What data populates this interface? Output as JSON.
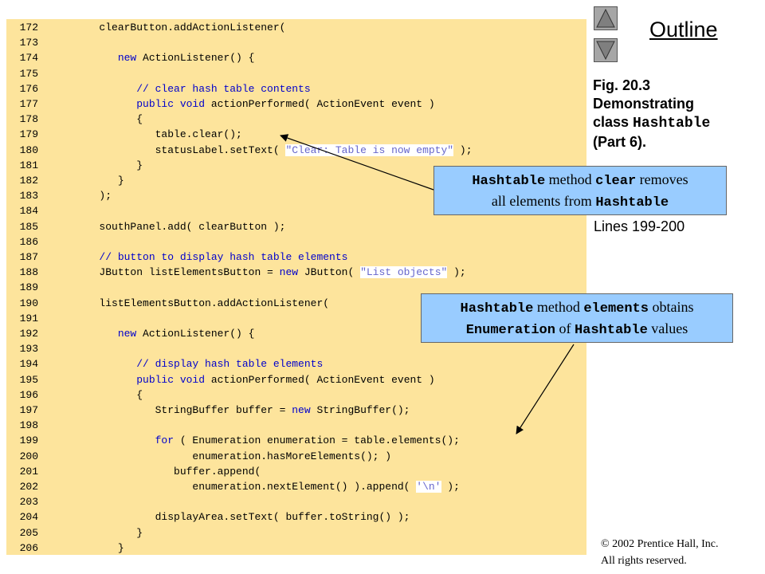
{
  "code_listing": [
    {
      "ln": "172",
      "segs": [
        {
          "t": "        clearButton.addActionListener(",
          "c": "plain"
        }
      ]
    },
    {
      "ln": "173",
      "segs": []
    },
    {
      "ln": "174",
      "segs": [
        {
          "t": "           ",
          "c": "plain"
        },
        {
          "t": "new",
          "c": "kw"
        },
        {
          "t": " ActionListener() {",
          "c": "plain"
        }
      ]
    },
    {
      "ln": "175",
      "segs": []
    },
    {
      "ln": "176",
      "segs": [
        {
          "t": "              // clear hash table contents",
          "c": "cm"
        }
      ]
    },
    {
      "ln": "177",
      "segs": [
        {
          "t": "              ",
          "c": "plain"
        },
        {
          "t": "public void",
          "c": "kw"
        },
        {
          "t": " actionPerformed( ActionEvent event )",
          "c": "plain"
        }
      ]
    },
    {
      "ln": "178",
      "segs": [
        {
          "t": "              {",
          "c": "plain"
        }
      ]
    },
    {
      "ln": "179",
      "segs": [
        {
          "t": "                 table.clear();",
          "c": "plain"
        }
      ]
    },
    {
      "ln": "180",
      "segs": [
        {
          "t": "                 statusLabel.setText( ",
          "c": "plain"
        },
        {
          "t": "\"Clear: Table is now empty\"",
          "c": "str"
        },
        {
          "t": " );",
          "c": "plain"
        }
      ]
    },
    {
      "ln": "181",
      "segs": [
        {
          "t": "              }",
          "c": "plain"
        }
      ]
    },
    {
      "ln": "182",
      "segs": [
        {
          "t": "           }",
          "c": "plain"
        }
      ]
    },
    {
      "ln": "183",
      "segs": [
        {
          "t": "        );",
          "c": "plain"
        }
      ]
    },
    {
      "ln": "184",
      "segs": []
    },
    {
      "ln": "185",
      "segs": [
        {
          "t": "        southPanel.add( clearButton );",
          "c": "plain"
        }
      ]
    },
    {
      "ln": "186",
      "segs": []
    },
    {
      "ln": "187",
      "segs": [
        {
          "t": "        // button to display hash table elements",
          "c": "cm"
        }
      ]
    },
    {
      "ln": "188",
      "segs": [
        {
          "t": "        JButton listElementsButton = ",
          "c": "plain"
        },
        {
          "t": "new",
          "c": "kw"
        },
        {
          "t": " JButton( ",
          "c": "plain"
        },
        {
          "t": "\"List objects\"",
          "c": "str"
        },
        {
          "t": " );",
          "c": "plain"
        }
      ]
    },
    {
      "ln": "189",
      "segs": []
    },
    {
      "ln": "190",
      "segs": [
        {
          "t": "        listElementsButton.addActionListener(",
          "c": "plain"
        }
      ]
    },
    {
      "ln": "191",
      "segs": []
    },
    {
      "ln": "192",
      "segs": [
        {
          "t": "           ",
          "c": "plain"
        },
        {
          "t": "new",
          "c": "kw"
        },
        {
          "t": " ActionListener() {",
          "c": "plain"
        }
      ]
    },
    {
      "ln": "193",
      "segs": []
    },
    {
      "ln": "194",
      "segs": [
        {
          "t": "              // display hash table elements",
          "c": "cm"
        }
      ]
    },
    {
      "ln": "195",
      "segs": [
        {
          "t": "              ",
          "c": "plain"
        },
        {
          "t": "public void",
          "c": "kw"
        },
        {
          "t": " actionPerformed( ActionEvent event )",
          "c": "plain"
        }
      ]
    },
    {
      "ln": "196",
      "segs": [
        {
          "t": "              {",
          "c": "plain"
        }
      ]
    },
    {
      "ln": "197",
      "segs": [
        {
          "t": "                 StringBuffer buffer = ",
          "c": "plain"
        },
        {
          "t": "new",
          "c": "kw"
        },
        {
          "t": " StringBuffer();",
          "c": "plain"
        }
      ]
    },
    {
      "ln": "198",
      "segs": []
    },
    {
      "ln": "199",
      "segs": [
        {
          "t": "                 ",
          "c": "plain"
        },
        {
          "t": "for",
          "c": "kw"
        },
        {
          "t": " ( Enumeration enumeration = table.elements();",
          "c": "plain"
        }
      ]
    },
    {
      "ln": "200",
      "segs": [
        {
          "t": "                       enumeration.hasMoreElements(); )",
          "c": "plain"
        }
      ]
    },
    {
      "ln": "201",
      "segs": [
        {
          "t": "                    buffer.append(",
          "c": "plain"
        }
      ]
    },
    {
      "ln": "202",
      "segs": [
        {
          "t": "                       enumeration.nextElement() ).append( ",
          "c": "plain"
        },
        {
          "t": "'\\n'",
          "c": "str"
        },
        {
          "t": " );",
          "c": "plain"
        }
      ]
    },
    {
      "ln": "203",
      "segs": []
    },
    {
      "ln": "204",
      "segs": [
        {
          "t": "                 displayArea.setText( buffer.toString() );",
          "c": "plain"
        }
      ]
    },
    {
      "ln": "205",
      "segs": [
        {
          "t": "              }",
          "c": "plain"
        }
      ]
    },
    {
      "ln": "206",
      "segs": [
        {
          "t": "           }",
          "c": "plain"
        }
      ]
    }
  ],
  "sidebar": {
    "outline_label": "Outline",
    "nav_up_icon": "triangle-up-icon",
    "nav_down_icon": "triangle-down-icon",
    "fig_number": "Fig. 20.3",
    "fig_word": "Demonstrating",
    "fig_class_prefix": "class ",
    "fig_class_name": "Hashtable",
    "fig_part": "(Part 6).",
    "lines_ref": "Lines 199-200"
  },
  "callouts": {
    "clear": {
      "line1_mono1": "Hashtable",
      "line1_text1": " method ",
      "line1_mono2": "clear",
      "line1_text2": " removes",
      "line2_text": "all elements from ",
      "line2_mono": "Hashtable"
    },
    "elements": {
      "line1_mono1": "Hashtable",
      "line1_text1": " method ",
      "line1_mono2": "elements",
      "line1_text2": " obtains",
      "line2_mono1": "Enumeration",
      "line2_text": " of ",
      "line2_mono2": "Hashtable",
      "line2_text2": " values"
    }
  },
  "footer": {
    "copyright_line1": "© 2002 Prentice Hall, Inc.",
    "copyright_line2": "All rights reserved."
  },
  "colors": {
    "code_background": "#fde49c",
    "callout_background": "#99ccff",
    "keyword": "#0000cc",
    "string_text": "#6666cc"
  }
}
